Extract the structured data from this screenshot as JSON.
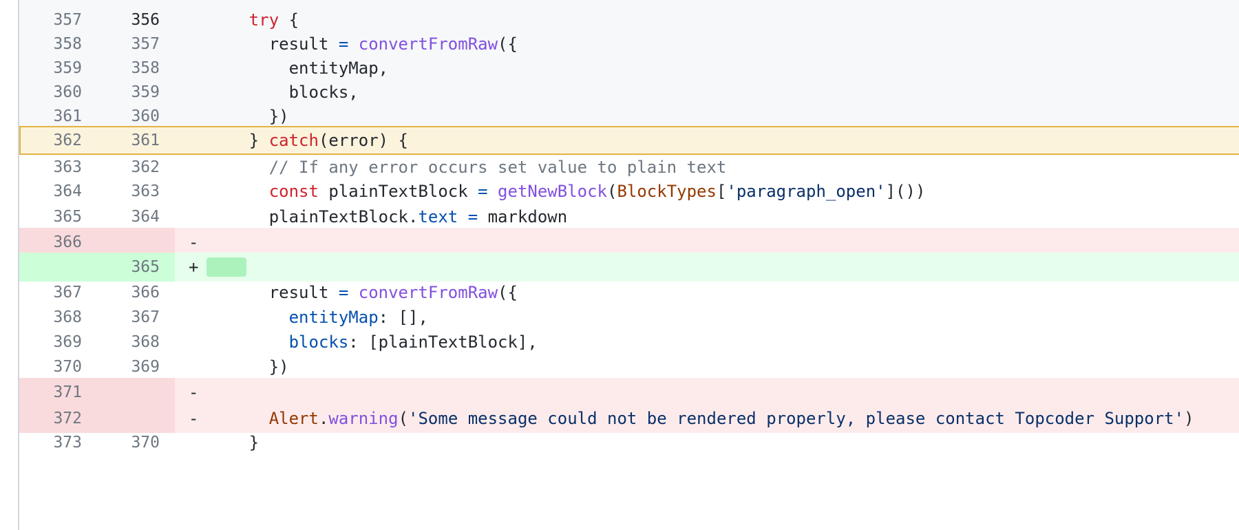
{
  "diff": {
    "rows": [
      {
        "old": "357",
        "new": "356",
        "marker": "",
        "tokens": [
          [
            "",
            "    "
          ],
          [
            "kw",
            "try"
          ],
          [
            "",
            " {"
          ]
        ]
      },
      {
        "old": "358",
        "new": "357",
        "marker": "",
        "tokens": [
          [
            "",
            "      result "
          ],
          [
            "op",
            "="
          ],
          [
            "",
            " "
          ],
          [
            "fn",
            "convertFromRaw"
          ],
          [
            "",
            "({"
          ]
        ]
      },
      {
        "old": "359",
        "new": "358",
        "marker": "",
        "tokens": [
          [
            "",
            "        entityMap,"
          ]
        ]
      },
      {
        "old": "360",
        "new": "359",
        "marker": "",
        "tokens": [
          [
            "",
            "        blocks,"
          ]
        ]
      },
      {
        "old": "361",
        "new": "360",
        "marker": "",
        "tokens": [
          [
            "",
            "      })"
          ]
        ]
      },
      {
        "old": "362",
        "new": "361",
        "marker": "",
        "tokens": [
          [
            "",
            "    } "
          ],
          [
            "kw",
            "catch"
          ],
          [
            "",
            "(error) {"
          ]
        ]
      },
      {
        "old": "363",
        "new": "362",
        "marker": "",
        "tokens": [
          [
            "cm",
            "      // If any error occurs set value to plain text"
          ]
        ]
      },
      {
        "old": "364",
        "new": "363",
        "marker": "",
        "tokens": [
          [
            "",
            "      "
          ],
          [
            "kw",
            "const"
          ],
          [
            "",
            " plainTextBlock "
          ],
          [
            "op",
            "="
          ],
          [
            "",
            " "
          ],
          [
            "fn",
            "getNewBlock"
          ],
          [
            "",
            "("
          ],
          [
            "cls",
            "BlockTypes"
          ],
          [
            "",
            "["
          ],
          [
            "str",
            "'paragraph_open'"
          ],
          [
            "",
            "]())"
          ]
        ]
      },
      {
        "old": "365",
        "new": "364",
        "marker": "",
        "tokens": [
          [
            "",
            "      plainTextBlock."
          ],
          [
            "prop",
            "text"
          ],
          [
            "",
            " "
          ],
          [
            "op",
            "="
          ],
          [
            "",
            " markdown"
          ]
        ]
      },
      {
        "old": "366",
        "new": "",
        "marker": "-",
        "tokens": []
      },
      {
        "old": "",
        "new": "365",
        "marker": "+",
        "tokens": []
      },
      {
        "old": "367",
        "new": "366",
        "marker": "",
        "tokens": [
          [
            "",
            "      result "
          ],
          [
            "op",
            "="
          ],
          [
            "",
            " "
          ],
          [
            "fn",
            "convertFromRaw"
          ],
          [
            "",
            "({"
          ]
        ]
      },
      {
        "old": "368",
        "new": "367",
        "marker": "",
        "tokens": [
          [
            "",
            "        "
          ],
          [
            "prop",
            "entityMap"
          ],
          [
            "",
            ": [],"
          ]
        ]
      },
      {
        "old": "369",
        "new": "368",
        "marker": "",
        "tokens": [
          [
            "",
            "        "
          ],
          [
            "prop",
            "blocks"
          ],
          [
            "",
            ": [plainTextBlock],"
          ]
        ]
      },
      {
        "old": "370",
        "new": "369",
        "marker": "",
        "tokens": [
          [
            "",
            "      })"
          ]
        ]
      },
      {
        "old": "371",
        "new": "",
        "marker": "-",
        "tokens": []
      },
      {
        "old": "372",
        "new": "",
        "marker": "-",
        "tokens": [
          [
            "",
            "      "
          ],
          [
            "cls",
            "Alert"
          ],
          [
            "",
            "."
          ],
          [
            "fn",
            "warning"
          ],
          [
            "",
            "("
          ],
          [
            "str",
            "'Some message could not be rendered properly, please contact Topcoder Support'"
          ],
          [
            "",
            ")"
          ]
        ]
      },
      {
        "old": "373",
        "new": "370",
        "marker": "",
        "tokens": [
          [
            "",
            "    }"
          ]
        ]
      }
    ],
    "colors": {
      "deleted_row": "#fdebec",
      "added_row": "#e6ffec",
      "highlight_row": "#fbf3dc",
      "keyword": "#cf222e",
      "function": "#8250df",
      "string": "#0a3069",
      "comment": "#6e7781"
    }
  }
}
